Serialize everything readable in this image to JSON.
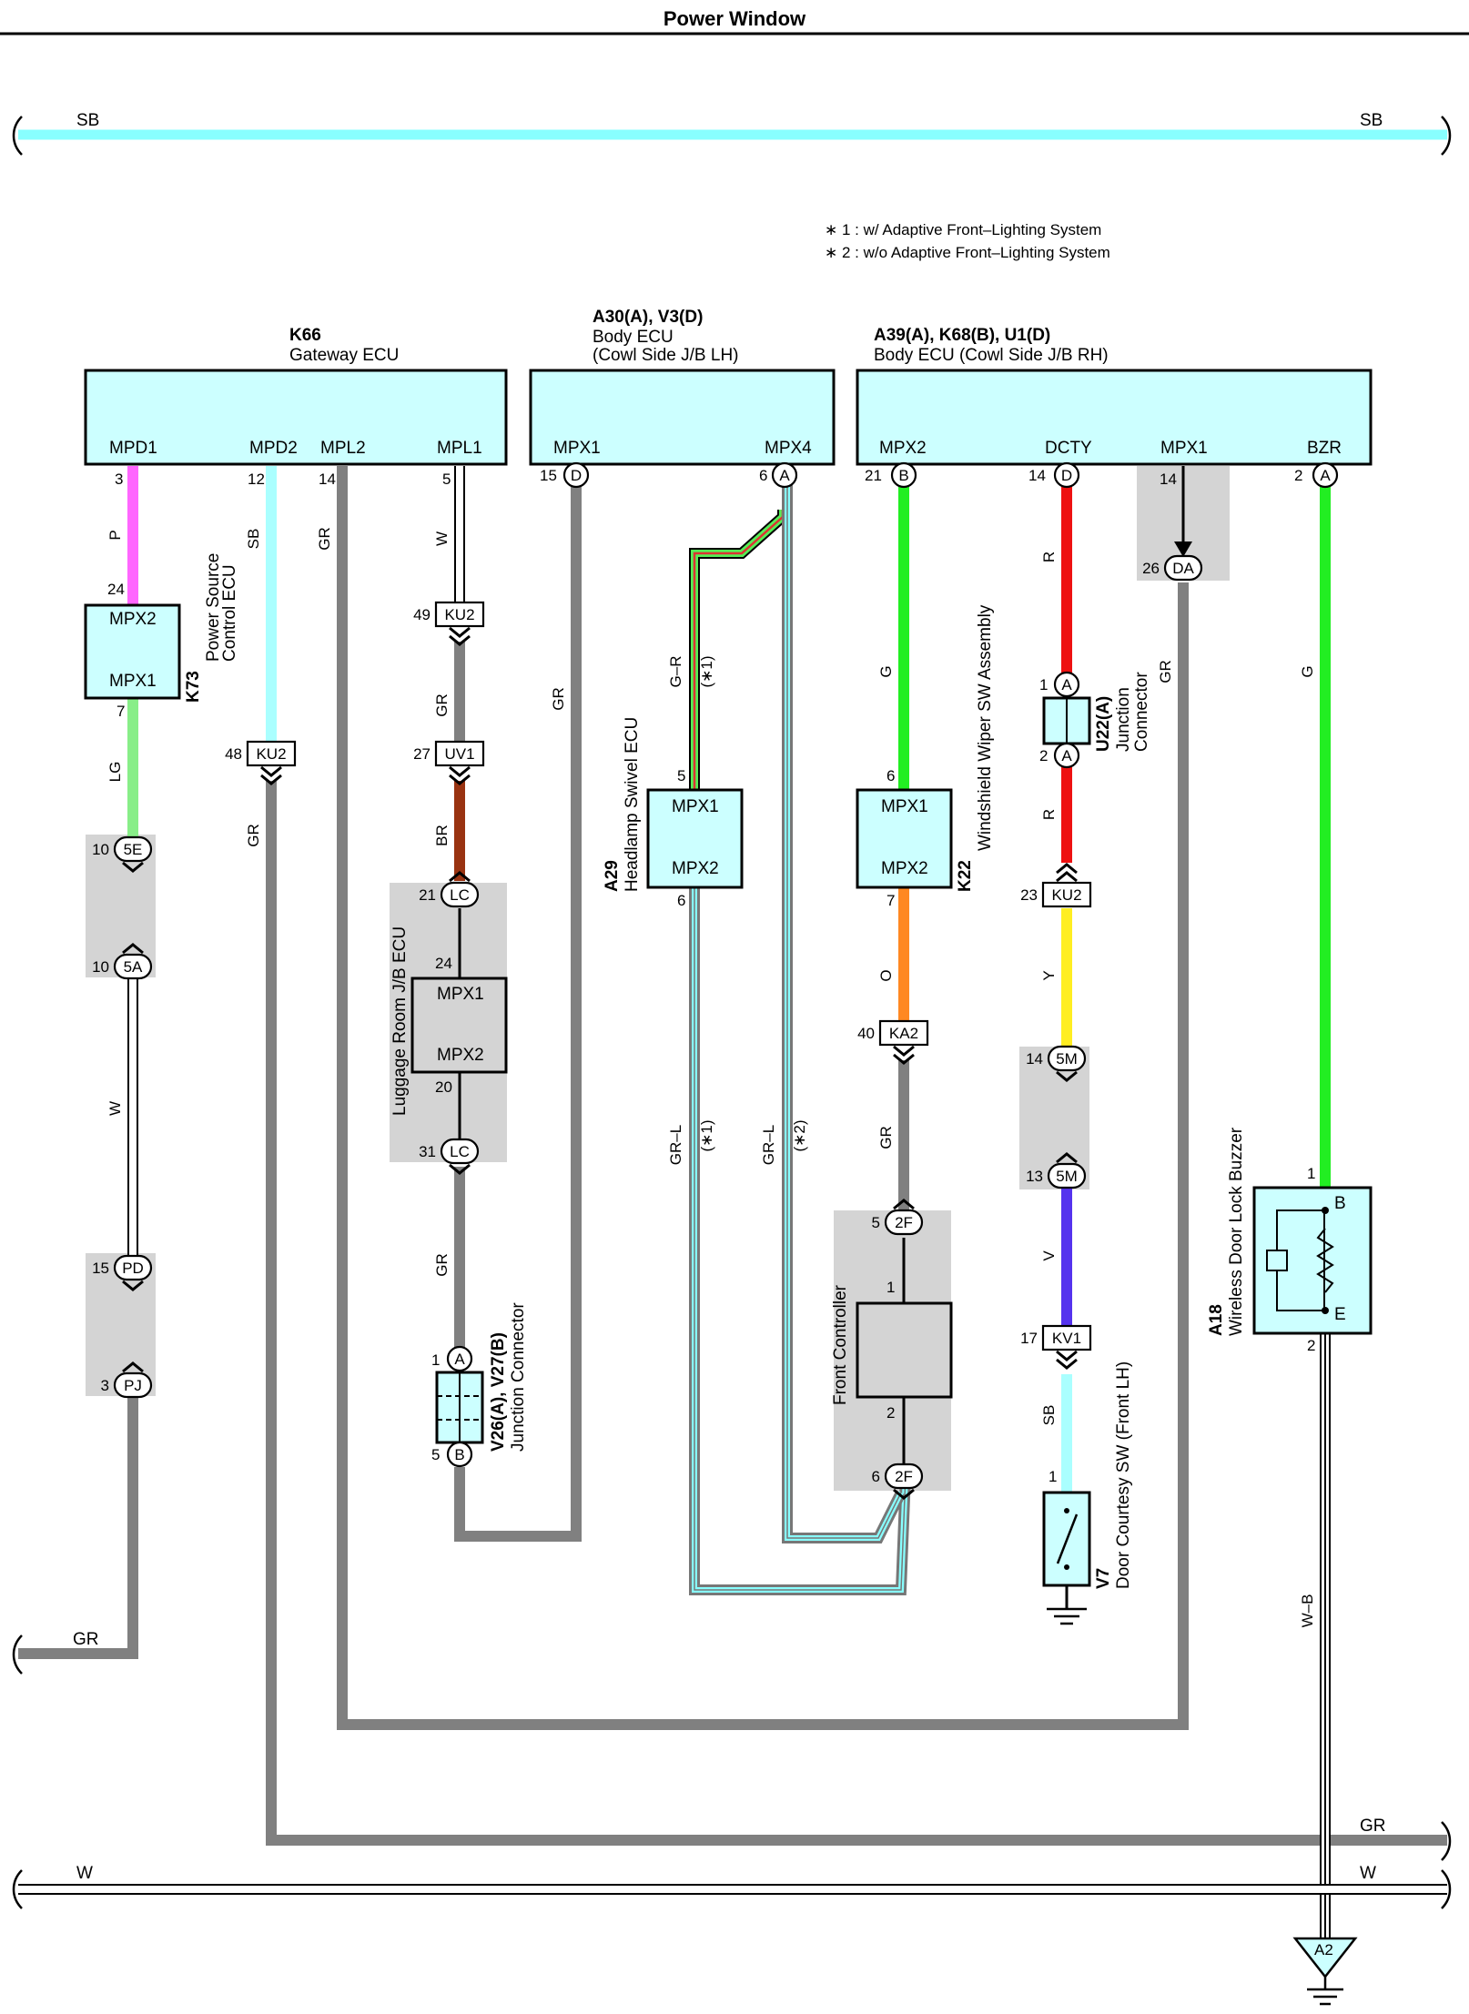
{
  "title": "Power Window",
  "notes": {
    "n1": "∗ 1 : w/ Adaptive Front–Lighting System",
    "n2": "∗ 2 : w/o Adaptive Front–Lighting System"
  },
  "bus_labels": {
    "sb_left": "SB",
    "sb_right": "SB",
    "gr_left": "GR",
    "gr_right": "GR",
    "w_left": "W",
    "w_right": "W"
  },
  "components": {
    "k66": {
      "code": "K66",
      "name": "Gateway ECU",
      "pins": [
        "MPD1",
        "MPD2",
        "MPL2",
        "MPL1"
      ]
    },
    "body_lh": {
      "code": "A30(A), V3(D)",
      "name": "Body ECU",
      "name2": "(Cowl Side J/B LH)",
      "pins": [
        "MPX1",
        "MPX4"
      ]
    },
    "body_rh": {
      "code": "A39(A), K68(B), U1(D)",
      "name": "Body ECU (Cowl Side J/B RH)",
      "pins": [
        "MPX2",
        "DCTY",
        "MPX1",
        "BZR"
      ]
    },
    "k73": {
      "code": "K73",
      "name": "Power Source",
      "name2": "Control ECU",
      "pins": [
        "MPX2",
        "MPX1"
      ]
    },
    "luggage": {
      "name": "Luggage Room J/B ECU",
      "pins": [
        "MPX1",
        "MPX2"
      ]
    },
    "a29": {
      "code": "A29",
      "name": "Headlamp Swivel ECU",
      "pins": [
        "MPX1",
        "MPX2"
      ]
    },
    "k22": {
      "code": "K22",
      "name": "Windshield Wiper SW Assembly",
      "pins": [
        "MPX1",
        "MPX2"
      ]
    },
    "u22": {
      "code": "U22(A)",
      "name": "Junction",
      "name2": "Connector"
    },
    "v26": {
      "code": "V26(A), V27(B)",
      "name": "Junction Connector"
    },
    "front_ctrl": {
      "name": "Front Controller"
    },
    "a18": {
      "code": "A18",
      "name": "Wireless Door Lock Buzzer",
      "pin_b": "B",
      "pin_e": "E"
    },
    "v7": {
      "code": "V7",
      "name": "Door Courtesy SW (Front LH)"
    },
    "ground": {
      "code": "A2"
    }
  },
  "pin_numbers": {
    "k66_mpd1": "3",
    "k66_mpd2": "12",
    "k66_mpl2": "14",
    "k66_mpl1": "5",
    "lh_mpx1": "15",
    "lh_mpx4": "6",
    "rh_mpx2": "21",
    "rh_dcty": "14",
    "rh_mpx1": "14",
    "rh_bzr": "2",
    "k73_top": "24",
    "k73_bot": "7",
    "lugg_top": "24",
    "lugg_bot": "20",
    "a29_top": "5",
    "a29_bot": "6",
    "k22_top": "6",
    "k22_bot": "7",
    "u22_top": "1",
    "u22_bot": "2",
    "v26_top": "1",
    "v26_bot": "5",
    "fc_top": "1",
    "fc_bot": "2",
    "a18_top": "1",
    "a18_bot": "2",
    "v7_top": "1"
  },
  "connectors": {
    "c5e": {
      "id": "5E",
      "pin": "10"
    },
    "c5a": {
      "id": "5A",
      "pin": "10"
    },
    "cpd": {
      "id": "PD",
      "pin": "15"
    },
    "cpj": {
      "id": "PJ",
      "pin": "3"
    },
    "cku2a": {
      "id": "KU2",
      "pin": "48"
    },
    "cku2b": {
      "id": "KU2",
      "pin": "49"
    },
    "cuv1": {
      "id": "UV1",
      "pin": "27"
    },
    "clc1": {
      "id": "LC",
      "pin": "21"
    },
    "clc2": {
      "id": "LC",
      "pin": "31"
    },
    "cv26a": {
      "id": "A"
    },
    "cv26b": {
      "id": "B"
    },
    "clh_d": {
      "id": "D"
    },
    "clh_a": {
      "id": "A"
    },
    "crh_b": {
      "id": "B"
    },
    "crh_d": {
      "id": "D"
    },
    "cda": {
      "id": "DA",
      "pin": "26"
    },
    "crh_a": {
      "id": "A"
    },
    "cu22a1": {
      "id": "A"
    },
    "cu22a2": {
      "id": "A"
    },
    "cku2c": {
      "id": "KU2",
      "pin": "23"
    },
    "c5m1": {
      "id": "5M",
      "pin": "14"
    },
    "c5m2": {
      "id": "5M",
      "pin": "13"
    },
    "ckv1": {
      "id": "KV1",
      "pin": "17"
    },
    "cka2": {
      "id": "KA2",
      "pin": "40"
    },
    "c2f1": {
      "id": "2F",
      "pin": "5"
    },
    "c2f2": {
      "id": "2F",
      "pin": "6"
    }
  },
  "wire_labels": {
    "w_p": "P",
    "w_lg": "LG",
    "w_w1": "W",
    "w_sb": "SB",
    "w_gr1": "GR",
    "w_gr2": "GR",
    "w_w2": "W",
    "w_gr3": "GR",
    "w_br": "BR",
    "w_gr4": "GR",
    "w_gr5": "GR",
    "w_gr_r": "G–R",
    "w_star1a": "(∗1)",
    "w_grl1": "GR–L",
    "w_star1b": "(∗1)",
    "w_grl2": "GR–L",
    "w_star2": "(∗2)",
    "w_g1": "G",
    "w_o": "O",
    "w_gr6": "GR",
    "w_r1": "R",
    "w_r2": "R",
    "w_y": "Y",
    "w_v": "V",
    "w_sb2": "SB",
    "w_gr7": "GR",
    "w_g2": "G",
    "w_wb": "W–B"
  }
}
